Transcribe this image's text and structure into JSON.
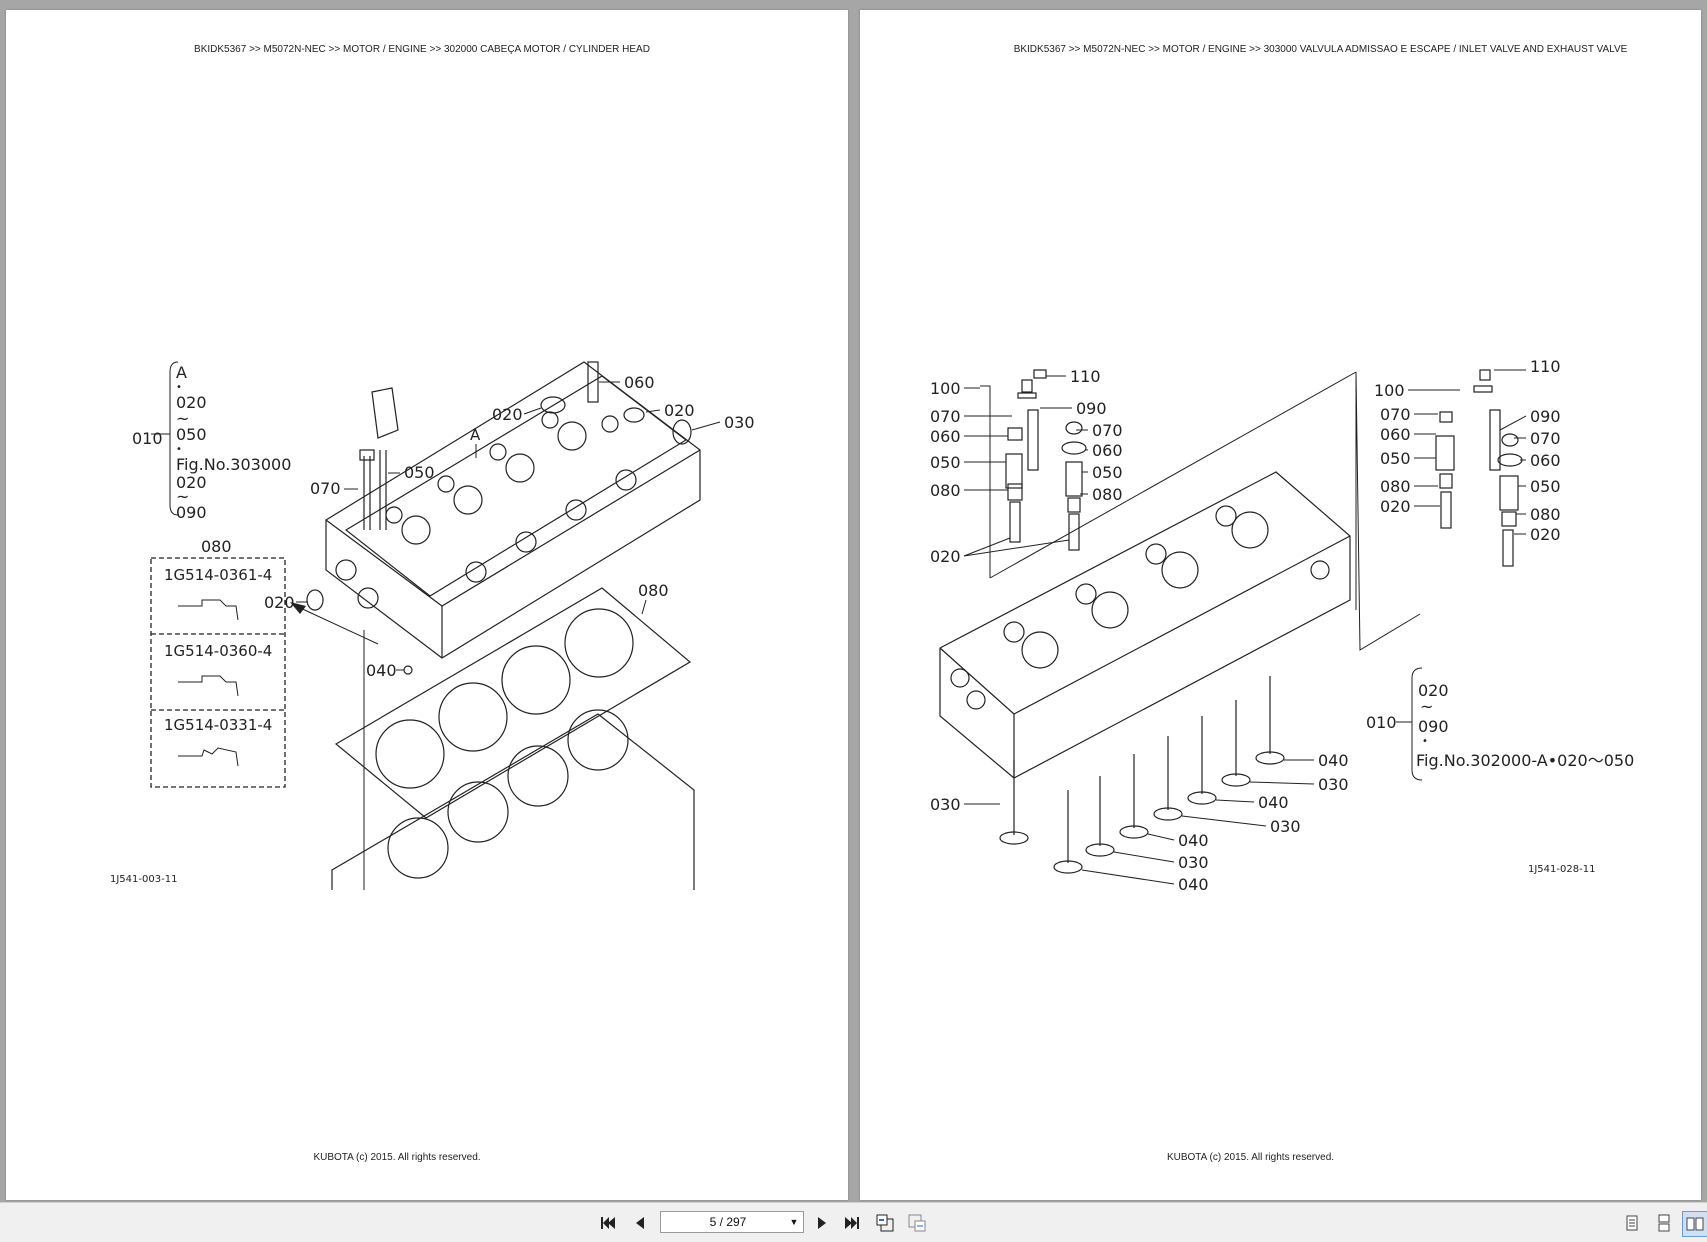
{
  "left_page": {
    "breadcrumb": "BKIDK5367 >> M5072N-NEC >> MOTOR / ENGINE >> 302000   CABEÇA MOTOR / CYLINDER HEAD",
    "footer": "KUBOTA (c) 2015. All rights reserved.",
    "figure_code": "1J541-003-11",
    "callouts": {
      "c060": "060",
      "c020a": "020",
      "c020b": "020",
      "c030": "030",
      "cA": "A",
      "c050": "050",
      "c070": "070",
      "c020c": "020",
      "c080a": "080",
      "c080b": "080",
      "c040": "040",
      "c010": "010"
    },
    "bracket_lines": [
      "A",
      "•",
      "020",
      "~",
      "050",
      "•",
      "Fig.No.303000",
      "020",
      "~",
      "090"
    ],
    "gasket_options": [
      "1G514-0361-4",
      "1G514-0360-4",
      "1G514-0331-4"
    ]
  },
  "right_page": {
    "breadcrumb": "BKIDK5367 >> M5072N-NEC >> MOTOR / ENGINE >> 303000   VALVULA ADMISSAO E ESCAPE / INLET VALVE AND EXHAUST VALVE",
    "footer": "KUBOTA (c) 2015. All rights reserved.",
    "figure_code": "1J541-028-11",
    "callouts": {
      "l100": "100",
      "l110": "110",
      "l070": "070",
      "l090": "090",
      "l060": "060",
      "l070b": "070",
      "l050": "050",
      "l060b": "060",
      "l080": "080",
      "l050b": "050",
      "l080b": "080",
      "l020": "020",
      "r100": "100",
      "r110": "110",
      "r070": "070",
      "r090": "090",
      "r060": "060",
      "r070b": "070",
      "r050": "050",
      "r060b": "060",
      "r080": "080",
      "r050b": "050",
      "r020": "020",
      "r080b": "080",
      "r020b": "020",
      "v030a": "030",
      "v040a": "040",
      "v030b": "030",
      "v040b": "040",
      "v030c": "030",
      "v040c": "040",
      "v030d": "030",
      "v040d": "040",
      "c010": "010"
    },
    "bracket_lines": [
      "020",
      "~",
      "090",
      "•",
      "Fig.No.302000-A•020〜050"
    ]
  },
  "toolbar": {
    "page_indicator": "5 / 297"
  }
}
